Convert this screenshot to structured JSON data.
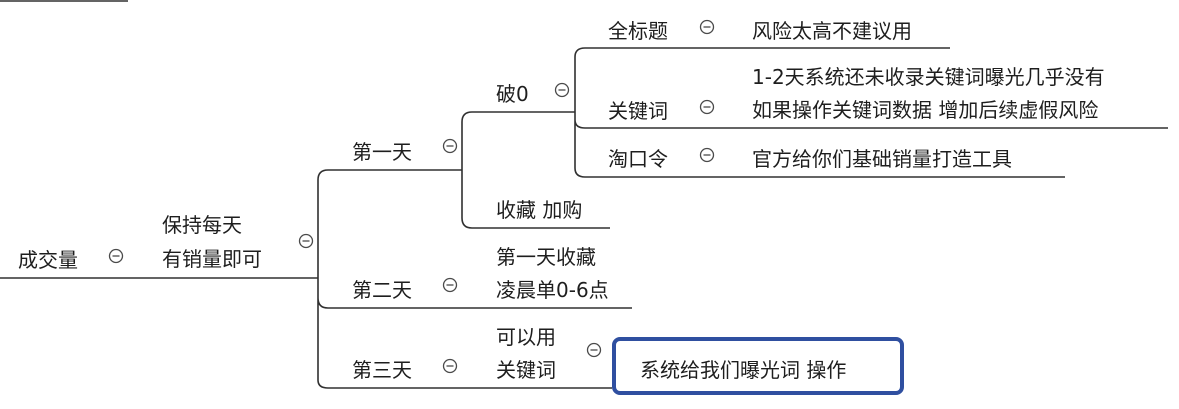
{
  "nodes": {
    "root": {
      "label": "成交量"
    },
    "keep": {
      "line1": "保持每天",
      "line2": "有销量即可"
    },
    "day1": {
      "label": "第一天"
    },
    "po0": {
      "label": "破0"
    },
    "full_title": {
      "label": "全标题"
    },
    "full_title_note": {
      "label": "风险太高不建议用"
    },
    "keyword": {
      "label": "关键词"
    },
    "keyword_note": {
      "line1": "1-2天系统还未收录关键词曝光几乎没有",
      "line2": "如果操作关键词数据  增加后续虚假风险"
    },
    "taokouling": {
      "label": "淘口令"
    },
    "taokouling_note": {
      "label": "官方给你们基础销量打造工具"
    },
    "collect": {
      "label": "收藏 加购"
    },
    "day2": {
      "label": "第二天"
    },
    "day2_note": {
      "line1": "第一天收藏",
      "line2": "凌晨单0-6点"
    },
    "day3": {
      "label": "第三天"
    },
    "day3_note": {
      "line1": "可以用",
      "line2": "关键词"
    },
    "exposure": {
      "label": "系统给我们曝光词 操作"
    }
  },
  "colors": {
    "line": "#303030",
    "text": "#1e1e1e",
    "highlight_border": "#2f4fa0"
  }
}
